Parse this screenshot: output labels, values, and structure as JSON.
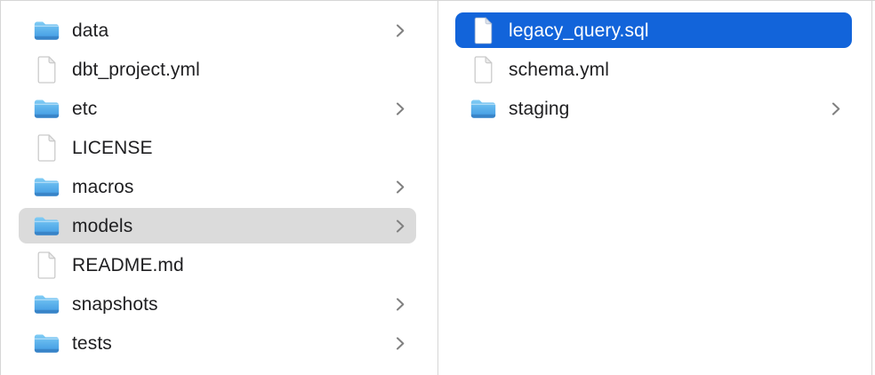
{
  "colors": {
    "selection_primary": "#1264da",
    "selection_secondary": "#dbdbdb",
    "divider": "#d6d6d6",
    "text": "#1f1f21",
    "text_selected": "#ffffff",
    "chevron": "#808080",
    "folder_blue_top": "#82cdf5",
    "folder_blue_bottom": "#3f98e2"
  },
  "columns": [
    {
      "name": "left",
      "items": [
        {
          "label": "data",
          "icon": "folder-icon",
          "type": "folder",
          "chevron": true,
          "selected": "none"
        },
        {
          "label": "dbt_project.yml",
          "icon": "document-icon",
          "type": "file",
          "chevron": false,
          "selected": "none"
        },
        {
          "label": "etc",
          "icon": "folder-icon",
          "type": "folder",
          "chevron": true,
          "selected": "none"
        },
        {
          "label": "LICENSE",
          "icon": "document-icon",
          "type": "file",
          "chevron": false,
          "selected": "none"
        },
        {
          "label": "macros",
          "icon": "folder-icon",
          "type": "folder",
          "chevron": true,
          "selected": "none"
        },
        {
          "label": "models",
          "icon": "folder-icon",
          "type": "folder",
          "chevron": true,
          "selected": "secondary"
        },
        {
          "label": "README.md",
          "icon": "document-icon",
          "type": "file",
          "chevron": false,
          "selected": "none"
        },
        {
          "label": "snapshots",
          "icon": "folder-icon",
          "type": "folder",
          "chevron": true,
          "selected": "none"
        },
        {
          "label": "tests",
          "icon": "folder-icon",
          "type": "folder",
          "chevron": true,
          "selected": "none"
        }
      ]
    },
    {
      "name": "right",
      "items": [
        {
          "label": "legacy_query.sql",
          "icon": "document-icon",
          "type": "file",
          "chevron": false,
          "selected": "primary"
        },
        {
          "label": "schema.yml",
          "icon": "document-icon",
          "type": "file",
          "chevron": false,
          "selected": "none"
        },
        {
          "label": "staging",
          "icon": "folder-icon",
          "type": "folder",
          "chevron": true,
          "selected": "none"
        }
      ]
    }
  ]
}
